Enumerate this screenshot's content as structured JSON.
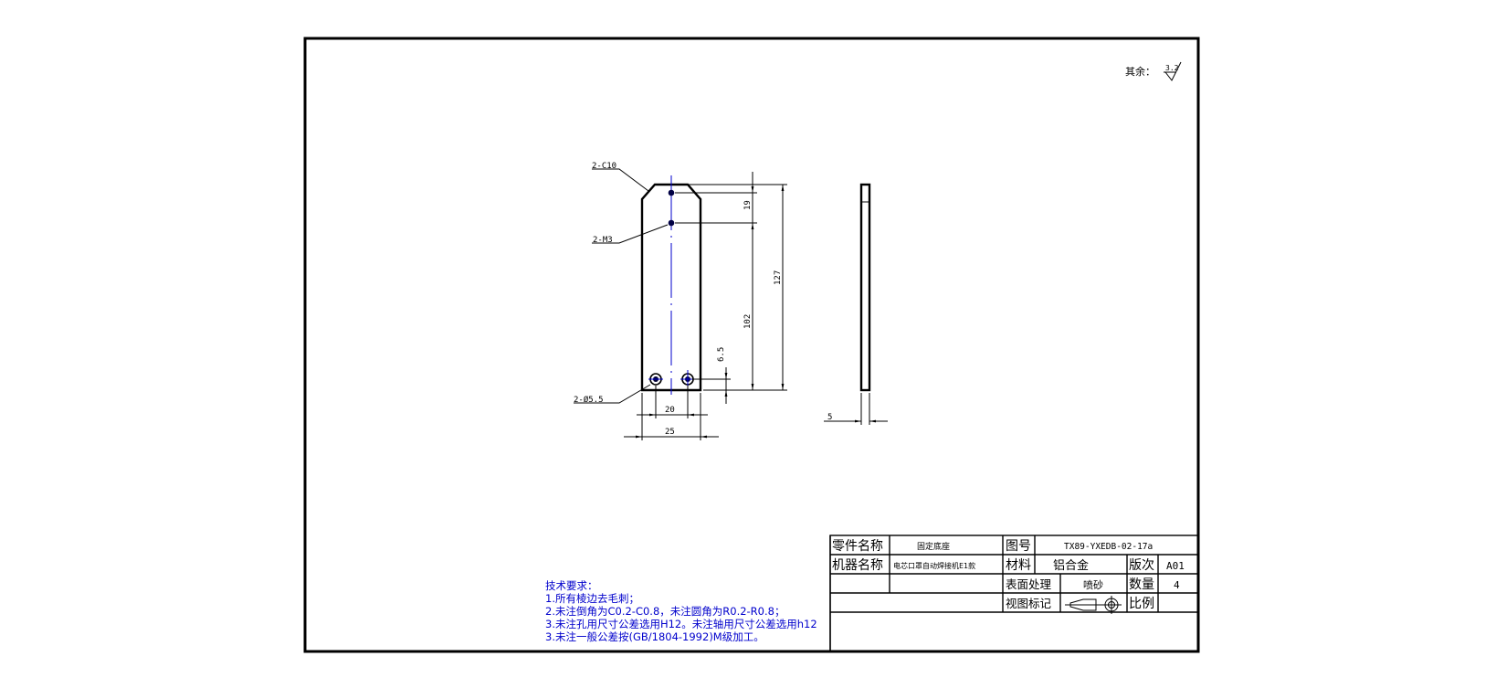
{
  "roughness": {
    "label": "其余：",
    "value": "3.2"
  },
  "labels": {
    "chamfer": "2-C10",
    "tapped_hole": "2-M3",
    "through_hole": "2-Ø5.5"
  },
  "dimensions": {
    "d19": "19",
    "d127": "127",
    "d102": "102",
    "d6_5": "6.5",
    "d20": "20",
    "d25": "25",
    "d5": "5"
  },
  "notes": {
    "title": "技术要求：",
    "items": [
      "1.所有棱边去毛刺；",
      "2.未注倒角为C0.2-C0.8，未注圆角为R0.2-R0.8；",
      "3.未注孔用尺寸公差选用H12。未注轴用尺寸公差选用h12",
      "3.未注一般公差按(GB/1804-1992)M级加工。"
    ]
  },
  "title_block": {
    "part_name_label": "零件名称",
    "part_name": "固定底座",
    "drawing_no_label": "图号",
    "drawing_no": "TX89-YXEDB-02-17a",
    "machine_name_label": "机器名称",
    "machine_name": "电芯口罩自动焊接机E1款",
    "material_label": "材料",
    "material": "铝合金",
    "version_label": "版次",
    "version": "A01",
    "surface_label": "表面处理",
    "surface": "喷砂",
    "quantity_label": "数量",
    "quantity": "4",
    "view_label": "视图标记",
    "scale_label": "比例",
    "scale": ""
  }
}
